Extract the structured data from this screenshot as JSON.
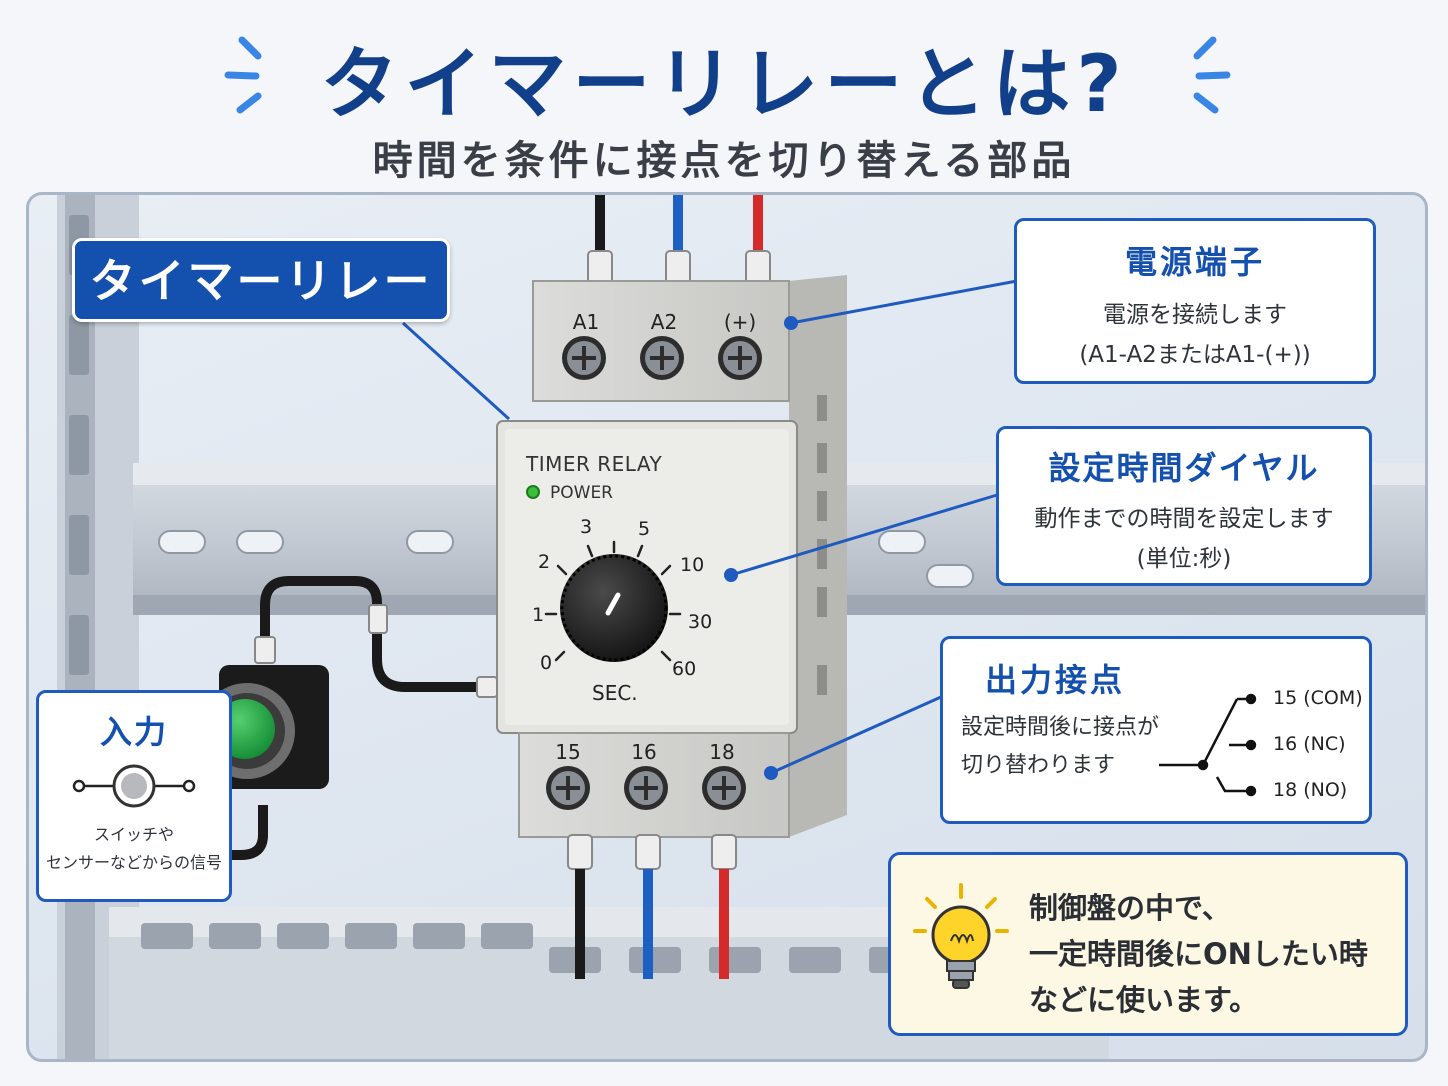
{
  "header": {
    "title": "タイマーリレーとは?",
    "subtitle": "時間を条件に接点を切り替える部品"
  },
  "main_label": "タイマーリレー",
  "relay": {
    "top_terminals": [
      "A1",
      "A2",
      "(+)"
    ],
    "bottom_terminals": [
      "15",
      "16",
      "18"
    ],
    "brand_text": "TIMER RELAY",
    "power_text": "POWER",
    "dial_marks": [
      "0",
      "1",
      "2",
      "3",
      "5",
      "10",
      "30",
      "60"
    ],
    "dial_unit": "SEC."
  },
  "callouts": {
    "power_terminal": {
      "title": "電源端子",
      "line1": "電源を接続します",
      "line2": "(A1-A2またはA1-(+))"
    },
    "dial": {
      "title": "設定時間ダイヤル",
      "line1": "動作までの時間を設定します",
      "line2": "(単位:秒)"
    },
    "output": {
      "title": "出力接点",
      "line1": "設定時間後に接点が",
      "line2": "切り替わります",
      "contacts": [
        "15 (COM)",
        "16 (NC)",
        "18 (NO)"
      ]
    },
    "input": {
      "title": "入力",
      "line1": "スイッチや",
      "line2": "センサーなどからの信号"
    }
  },
  "tip": {
    "line1": "制御盤の中で、",
    "line2": "一定時間後にONしたい時",
    "line3": "などに使います。"
  },
  "colors": {
    "accent": "#1450ad",
    "card_border": "#1f5bbf",
    "power_led": "#3bbf3b",
    "button": "#22a045",
    "tip_bg": "#fdf8e4",
    "wire_red": "#d42a2a",
    "wire_blue": "#1e5fc4",
    "wire_black": "#1a1a1a"
  }
}
